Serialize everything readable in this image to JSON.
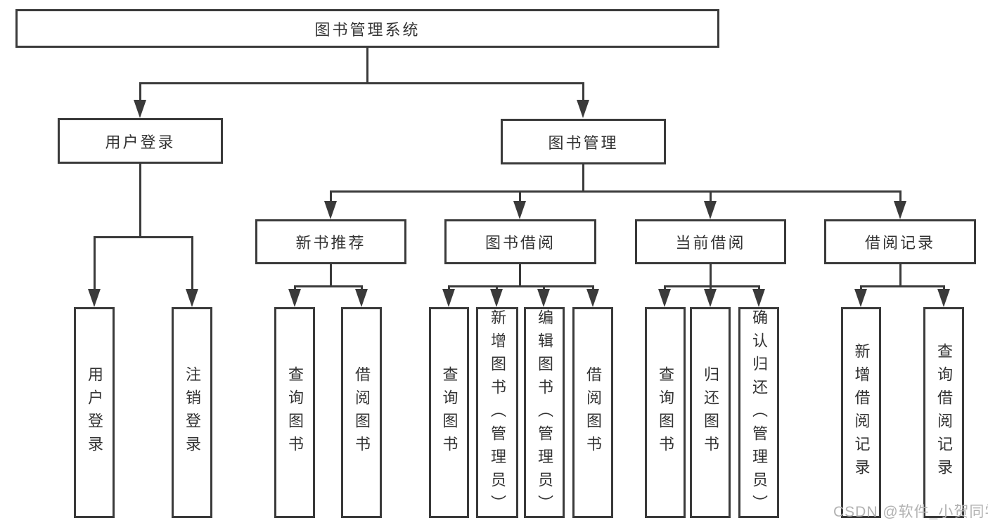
{
  "diagram": {
    "root": "图书管理系统",
    "branches": [
      {
        "label": "用户登录",
        "leaves": [
          "用户登录",
          "注销登录"
        ]
      },
      {
        "label": "图书管理",
        "sections": [
          {
            "label": "新书推荐",
            "leaves": [
              "查询图书",
              "借阅图书"
            ]
          },
          {
            "label": "图书借阅",
            "leaves": [
              "查询图书",
              "新增图书（管理员）",
              "编辑图书（管理员）",
              "借阅图书"
            ]
          },
          {
            "label": "当前借阅",
            "leaves": [
              "查询图书",
              "归还图书",
              "确认归还（管理员）"
            ]
          },
          {
            "label": "借阅记录",
            "leaves": [
              "新增借阅记录",
              "查询借阅记录"
            ]
          }
        ]
      }
    ]
  },
  "watermark": {
    "text": "CSDN @软件_小贺同学"
  },
  "colors": {
    "line": "#3a3a3a",
    "text": "#333333",
    "box_fill": "#ffffff",
    "background": "#ffffff",
    "watermark": "#b2b2b2"
  }
}
